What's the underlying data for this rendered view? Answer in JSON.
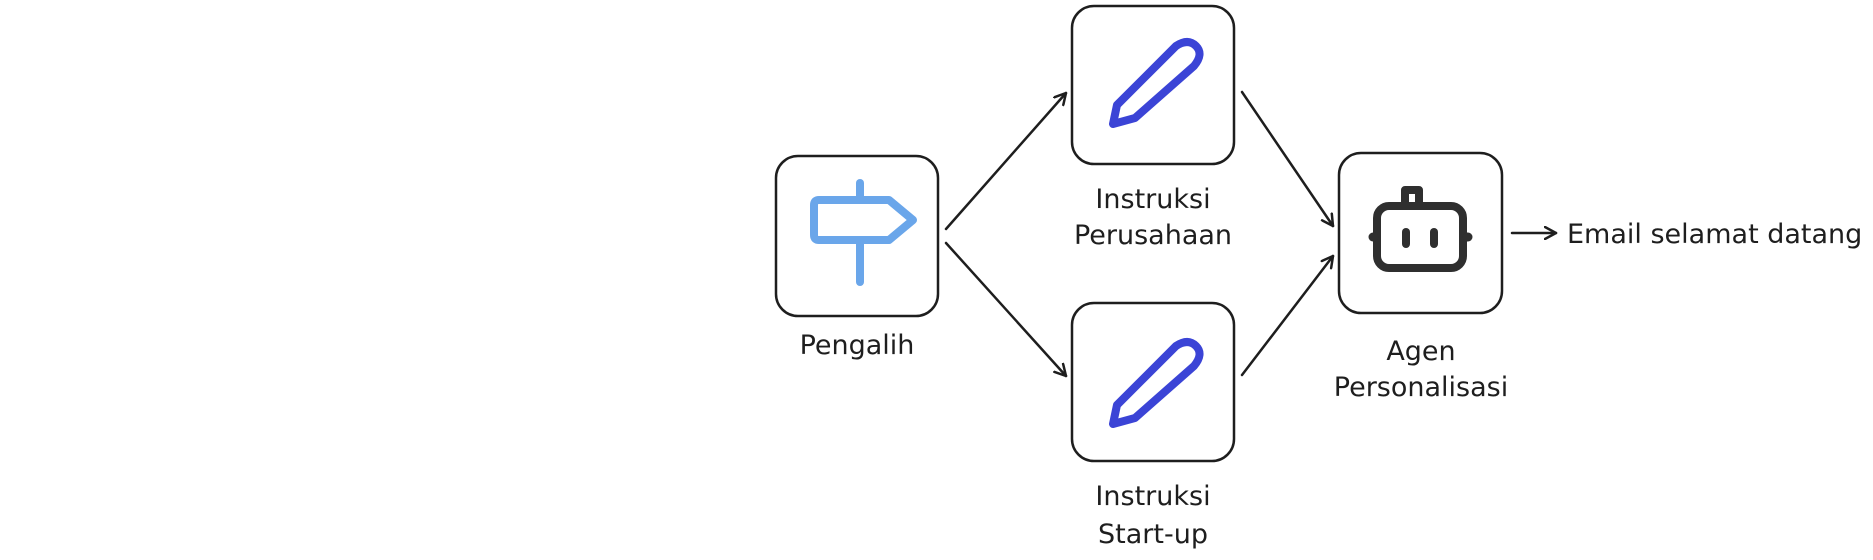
{
  "nodes": {
    "router": {
      "label": "Pengalih",
      "icon": "signpost-icon"
    },
    "company": {
      "label_line1": "Instruksi",
      "label_line2": "Perusahaan",
      "icon": "pencil-icon"
    },
    "startup": {
      "label_line1": "Instruksi",
      "label_line2": "Start-up",
      "icon": "pencil-icon"
    },
    "agent": {
      "label_line1": "Agen",
      "label_line2": "Personalisasi",
      "icon": "robot-icon"
    }
  },
  "output": {
    "label": "Email selamat datang"
  },
  "colors": {
    "signpost": "#6aa6ea",
    "pencil": "#3b44d6",
    "robot": "#2f2f2f",
    "stroke": "#1e1e1e"
  }
}
